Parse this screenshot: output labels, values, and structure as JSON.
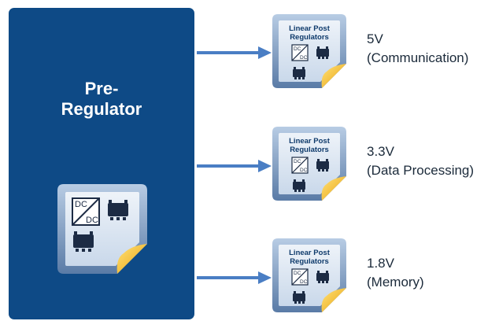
{
  "pre_regulator": {
    "title_line1": "Pre-",
    "title_line2": "Regulator",
    "icon_dcdc_top": "DC",
    "icon_dcdc_bottom": "DC"
  },
  "post_regulator_module": {
    "title_line1": "Linear Post",
    "title_line2": "Regulators",
    "dcdc_top": "DC",
    "dcdc_bottom": "DC"
  },
  "outputs": [
    {
      "voltage": "5V",
      "purpose": "(Communication)"
    },
    {
      "voltage": "3.3V",
      "purpose": "(Data Processing)"
    },
    {
      "voltage": "1.8V",
      "purpose": "(Memory)"
    }
  ],
  "colors": {
    "block_blue": "#0e4a86",
    "arrow_blue": "#4a7ec4",
    "chip_dark": "#1c2b44",
    "fold_yellow": "#f2b418",
    "icon_frame": "#6f8fb8",
    "icon_face": "#d6e2f0"
  }
}
